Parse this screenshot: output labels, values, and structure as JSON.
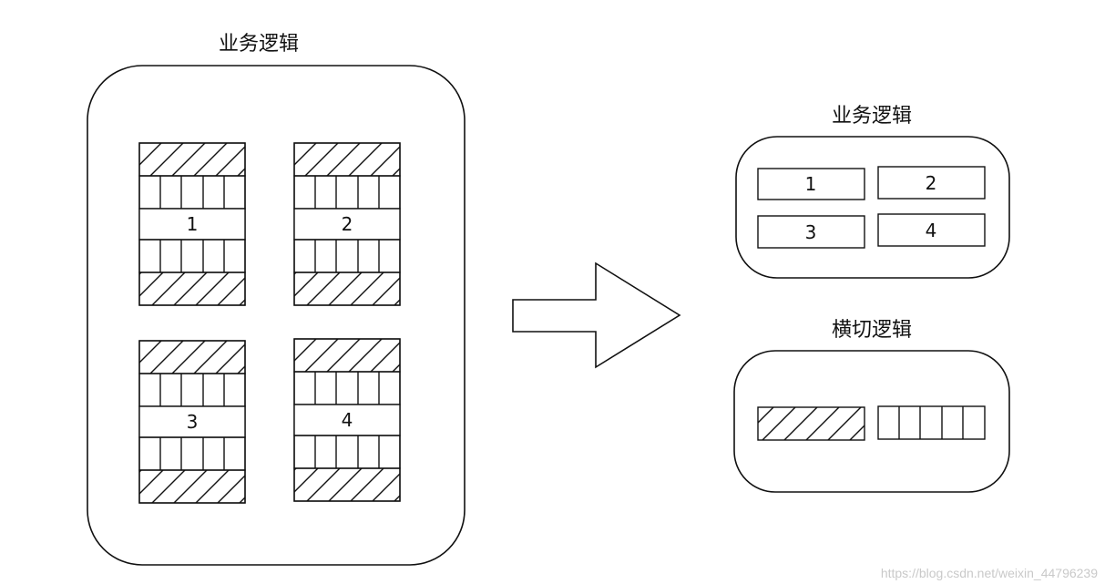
{
  "left_group": {
    "title": "业务逻辑",
    "modules": [
      "1",
      "2",
      "3",
      "4"
    ]
  },
  "right_top_group": {
    "title": "业务逻辑",
    "modules": [
      "1",
      "2",
      "3",
      "4"
    ]
  },
  "right_bottom_group": {
    "title": "横切逻辑"
  },
  "watermark": "https://blog.csdn.net/weixin_44796239"
}
